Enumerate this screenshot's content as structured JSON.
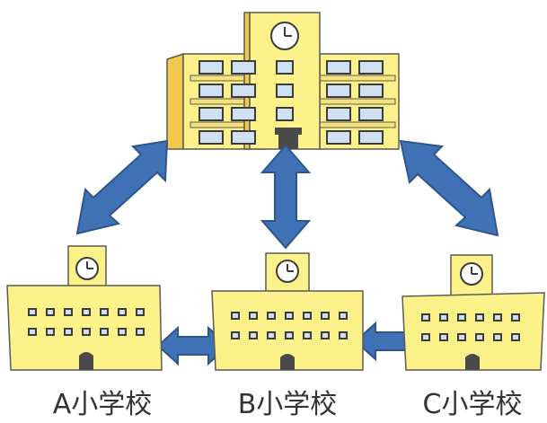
{
  "schools": [
    {
      "id": "a",
      "label": "A小学校"
    },
    {
      "id": "b",
      "label": "B小学校"
    },
    {
      "id": "c",
      "label": "C小学校"
    }
  ],
  "colors": {
    "building_fill": "#fdf18a",
    "building_shadow": "#f2c94c",
    "outline": "#5a5a5a",
    "window_fill": "#cfe0f2",
    "window_frame": "#3c3c3c",
    "arrow_fill": "#3f72b4",
    "arrow_stroke": "#2e558c",
    "door_fill": "#4a4a4a",
    "text": "#333333"
  }
}
